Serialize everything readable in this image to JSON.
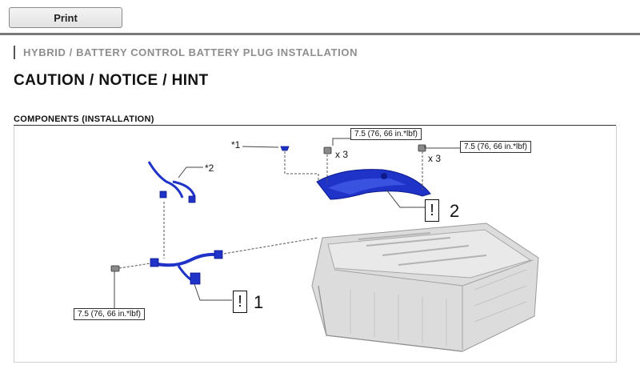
{
  "toolbar": {
    "print_label": "Print"
  },
  "breadcrumb": "HYBRID / BATTERY CONTROL  BATTERY PLUG  INSTALLATION",
  "page_title": "CAUTION / NOTICE / HINT",
  "section_title": "COMPONENTS (INSTALLATION)",
  "diagram": {
    "torque_label": "7.5 (76, 66 in.*lbf)",
    "callouts": {
      "star1": "*1",
      "star2": "*2"
    },
    "quantity": "x 3",
    "caution_symbol": "!",
    "caution_numbers": {
      "one": "1",
      "two": "2"
    },
    "colors": {
      "part_blue": "#1f33c8",
      "part_dark": "#0c1a8a",
      "battery_gray": "#d6d6d6",
      "leader": "#444444"
    }
  }
}
